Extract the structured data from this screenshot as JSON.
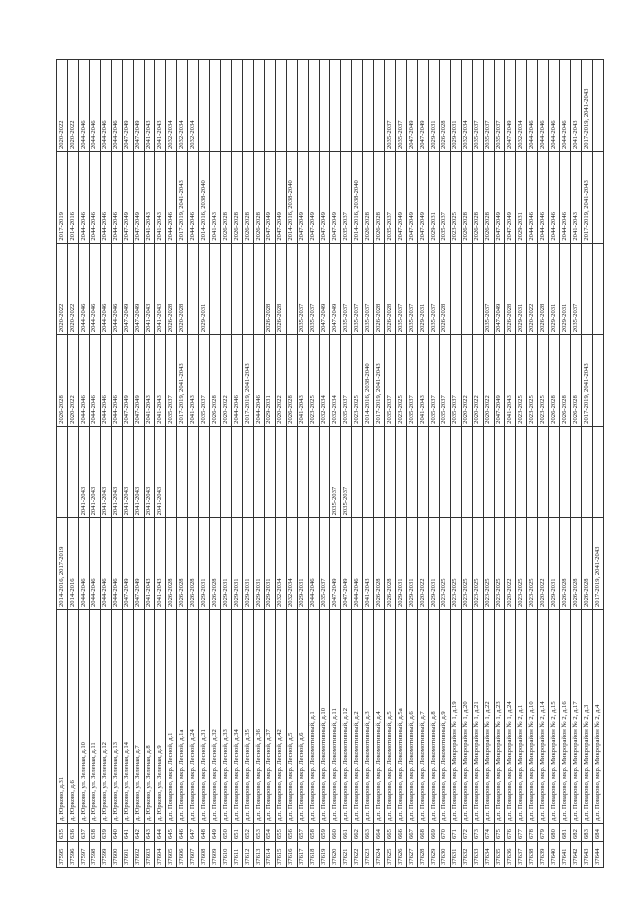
{
  "rows": [
    [
      "37595",
      "635",
      "д. Юрково, д.31",
      "2014-2016, 2017-2019",
      "",
      "2026-2028",
      "2020-2022",
      "2017-2019",
      "2020-2022"
    ],
    [
      "37596",
      "636",
      "д. Юрково, д.6",
      "2014-2016",
      "",
      "2020-2022",
      "2020-2022",
      "2014-2016",
      "2020-2022"
    ],
    [
      "37597",
      "637",
      "д. Юрково, ул. Зеленая, д.10",
      "2044-2046",
      "2041-2043",
      "2044-2046",
      "2044-2046",
      "2044-2046",
      "2044-2046"
    ],
    [
      "37598",
      "638",
      "д. Юрково, ул. Зеленая, д.11",
      "2044-2046",
      "2041-2043",
      "2044-2046",
      "2044-2046",
      "2044-2046",
      "2044-2046"
    ],
    [
      "37599",
      "639",
      "д. Юрково, ул. Зеленая, д.12",
      "2044-2046",
      "2041-2043",
      "2044-2046",
      "2044-2046",
      "2044-2046",
      "2044-2046"
    ],
    [
      "37600",
      "640",
      "д. Юрково, ул. Зеленая, д.13",
      "2044-2046",
      "2041-2043",
      "2044-2046",
      "2044-2046",
      "2044-2046",
      "2044-2046"
    ],
    [
      "37601",
      "641",
      "д. Юрково, ул. Зеленая, д.14",
      "2047-2049",
      "2041-2043",
      "2047-2049",
      "2047-2049",
      "2047-2049",
      "2047-2049"
    ],
    [
      "37602",
      "642",
      "д. Юрково, ул. Зеленая, д.7",
      "2047-2049",
      "2041-2043",
      "2047-2049",
      "2047-2049",
      "2047-2049",
      "2047-2049"
    ],
    [
      "37603",
      "643",
      "д. Юрково, ул. Зеленая, д.8",
      "2041-2043",
      "2041-2043",
      "2041-2043",
      "2041-2043",
      "2041-2043",
      "2041-2043"
    ],
    [
      "37604",
      "644",
      "д. Юрково, ул. Зеленая, д.9",
      "2041-2043",
      "2041-2043",
      "2041-2043",
      "2041-2043",
      "2041-2043",
      "2041-2043"
    ],
    [
      "37605",
      "645",
      "д.п. Поварово, мкр. Лесной, д.1",
      "2026-2028",
      "",
      "2035-2037",
      "2026-2028",
      "2044-2046",
      "2032-2034"
    ],
    [
      "37606",
      "646",
      "д.п. Поварово, мкр. Лесной, д.1а",
      "2026-2028",
      "",
      "2017-2019, 2041-2043",
      "2020-2028",
      "2017-2019, 2041-2043",
      "2032-2034"
    ],
    [
      "37607",
      "647",
      "д.п. Поварово, мкр. Лесной, д.24",
      "2026-2028",
      "",
      "2041-2043",
      "",
      "2044-2046",
      "2032-2034"
    ],
    [
      "37608",
      "648",
      "д.п. Поварово, мкр. Лесной, д.31",
      "2029-2031",
      "",
      "2035-2037",
      "2029-2031",
      "2014-2016, 2038-2040",
      ""
    ],
    [
      "37609",
      "649",
      "д.п. Поварово, мкр. Лесной, д.32",
      "2026-2028",
      "",
      "2026-2028",
      "",
      "2041-2043",
      ""
    ],
    [
      "37610",
      "650",
      "д.п. Поварово, мкр. Лесной, д.33",
      "2029-2031",
      "",
      "2020-2022",
      "",
      "2026-2028",
      ""
    ],
    [
      "37611",
      "651",
      "д.п. Поварово, мкр. Лесной, д.34",
      "2029-2031",
      "",
      "2044-2046",
      "",
      "2026-2028",
      ""
    ],
    [
      "37612",
      "652",
      "д.п. Поварово, мкр. Лесной, д.35",
      "2029-2031",
      "",
      "2017-2019, 2041-2043",
      "",
      "2026-2028",
      ""
    ],
    [
      "37613",
      "653",
      "д.п. Поварово, мкр. Лесной, д.36",
      "2029-2031",
      "",
      "2044-2046",
      "",
      "2026-2028",
      ""
    ],
    [
      "37614",
      "654",
      "д.п. Поварово, мкр. Лесной, д.37",
      "2029-2031",
      "",
      "2029-2031",
      "2026-2028",
      "2047-2049",
      ""
    ],
    [
      "37615",
      "655",
      "д.п. Поварово, мкр. Лесной, д.42",
      "2032-2034",
      "",
      "2020-2022",
      "2026-2028",
      "2047-2049",
      ""
    ],
    [
      "37616",
      "656",
      "д.п. Поварово, мкр. Лесной, д.5",
      "2032-2034",
      "",
      "2026-2028",
      "",
      "2014-2016, 2038-2040",
      ""
    ],
    [
      "37617",
      "657",
      "д.п. Поварово, мкр. Лесной, д.6",
      "2029-2031",
      "",
      "2041-2043",
      "2035-2037",
      "2047-2049",
      ""
    ],
    [
      "37618",
      "658",
      "д.п. Поварово, мкр. Локомотивный, д.1",
      "2044-2046",
      "",
      "2023-2025",
      "2035-2037",
      "2047-2049",
      ""
    ],
    [
      "37619",
      "659",
      "д.п. Поварово, мкр. Локомотивный, д.10",
      "2035-2037",
      "",
      "2032-2034",
      "2047-2049",
      "2047-2049",
      ""
    ],
    [
      "37620",
      "660",
      "д.п. Поварово, мкр. Локомотивный, д.11",
      "2047-2049",
      "2035-2037",
      "2032-2034",
      "2047-2049",
      "2047-2049",
      ""
    ],
    [
      "37621",
      "661",
      "д.п. Поварово, мкр. Локомотивный, д.12",
      "2047-2049",
      "2035-2037",
      "2035-2037",
      "2035-2037",
      "2035-2037",
      ""
    ],
    [
      "37622",
      "662",
      "д.п. Поварово, мкр. Локомотивный, д.2",
      "2044-2046",
      "",
      "2023-2025",
      "2035-2037",
      "2014-2016, 2038-2040",
      ""
    ],
    [
      "37623",
      "663",
      "д.п. Поварово, мкр. Локомотивный, д.3",
      "2041-2043",
      "",
      "2014-2016, 2038-2040",
      "2035-2037",
      "2026-2028",
      ""
    ],
    [
      "37624",
      "664",
      "д.п. Поварово, мкр. Локомотивный, д.4",
      "2026-2028",
      "",
      "2017-2019, 2041-2043",
      "2026-2028",
      "2026-2028",
      ""
    ],
    [
      "37625",
      "665",
      "д.п. Поварово, мкр. Локомотивный, д.5",
      "2026-2028",
      "",
      "2035-2037",
      "2026-2028",
      "2035-2037",
      "2035-2037"
    ],
    [
      "37626",
      "666",
      "д.п. Поварово, мкр. Локомотивный, д.5а",
      "2029-2031",
      "",
      "2023-2025",
      "2035-2037",
      "2047-2049",
      "2035-2037"
    ],
    [
      "37627",
      "667",
      "д.п. Поварово, мкр. Локомотивный, д.6",
      "2029-2031",
      "",
      "2035-2037",
      "2035-2037",
      "2047-2049",
      "2047-2049"
    ],
    [
      "37628",
      "668",
      "д.п. Поварово, мкр. Локомотивный, д.7",
      "2020-2022",
      "",
      "2041-2043",
      "2029-2031",
      "2047-2049",
      "2047-2049"
    ],
    [
      "37629",
      "669",
      "д.п. Поварово, мкр. Локомотивный, д.8",
      "2029-2031",
      "",
      "2035-2037",
      "2035-2037",
      "2029-2031",
      "2029-2031"
    ],
    [
      "37630",
      "670",
      "д.п. Поварово, мкр. Локомотивный, д.9",
      "2023-2025",
      "",
      "2035-2037",
      "2026-2028",
      "2035-2037",
      "2026-2028"
    ],
    [
      "37631",
      "671",
      "д.п. Поварово, мкр. Микрорайон № 1, д.19",
      "2023-2025",
      "",
      "2035-2037",
      "",
      "2023-2025",
      "2029-2031"
    ],
    [
      "37632",
      "672",
      "д.п. Поварово, мкр. Микрорайон № 1, д.20",
      "2023-2025",
      "",
      "2020-2022",
      "",
      "2026-2028",
      "2032-2034"
    ],
    [
      "37633",
      "673",
      "д.п. Поварово, мкр. Микрорайон № 1, д.21",
      "2023-2025",
      "",
      "2020-2022",
      "",
      "2026-2028",
      "2035-2037"
    ],
    [
      "37634",
      "674",
      "д.п. Поварово, мкр. Микрорайон № 1, д.22",
      "2023-2025",
      "",
      "2020-2022",
      "2035-2037",
      "2026-2028",
      "2035-2037"
    ],
    [
      "37635",
      "675",
      "д.п. Поварово, мкр. Микрорайон № 1, д.23",
      "2023-2025",
      "",
      "2047-2049",
      "2047-2049",
      "2047-2049",
      "2035-2037"
    ],
    [
      "37636",
      "676",
      "д.п. Поварово, мкр. Микрорайон № 1, д.24",
      "2020-2022",
      "",
      "2041-2043",
      "2026-2028",
      "2047-2049",
      "2047-2049"
    ],
    [
      "37637",
      "677",
      "д.п. Поварово, мкр. Микрорайон № 2, д.1",
      "2023-2025",
      "",
      "2023-2025",
      "2029-2031",
      "2029-2031",
      "2032-2034"
    ],
    [
      "37638",
      "678",
      "д.п. Поварово, мкр. Микрорайон № 2, д.10",
      "2023-2025",
      "",
      "2023-2025",
      "2020-2022",
      "2044-2046",
      "2044-2046"
    ],
    [
      "37639",
      "679",
      "д.п. Поварово, мкр. Микрорайон № 2, д.14",
      "2020-2022",
      "",
      "2023-2025",
      "2026-2028",
      "2044-2046",
      "2044-2046"
    ],
    [
      "37640",
      "680",
      "д.п. Поварово, мкр. Микрорайон № 2, д.15",
      "2029-2031",
      "",
      "2026-2028",
      "2029-2031",
      "2044-2046",
      "2044-2046"
    ],
    [
      "37641",
      "681",
      "д.п. Поварово, мкр. Микрорайон № 2, д.16",
      "2026-2028",
      "",
      "2026-2028",
      "2029-2031",
      "2044-2046",
      "2044-2046"
    ],
    [
      "37642",
      "682",
      "д.п. Поварово, мкр. Микрорайон № 2, д.17",
      "2026-2028",
      "",
      "2026-2028",
      "2035-2037",
      "2041-2043",
      "2041-2043"
    ],
    [
      "37643",
      "683",
      "д.п. Поварово, мкр. Микрорайон № 2, д.3",
      "2026-2028",
      "",
      "2017-2019, 2041-2043",
      "",
      "2017-2019, 2041-2043",
      "2017-2019, 2041-2043"
    ],
    [
      "37644",
      "684",
      "д.п. Поварово, мкр. Микрорайон № 2, д.4",
      "2017-2019, 2041-2043",
      "",
      "",
      "",
      "",
      ""
    ]
  ]
}
